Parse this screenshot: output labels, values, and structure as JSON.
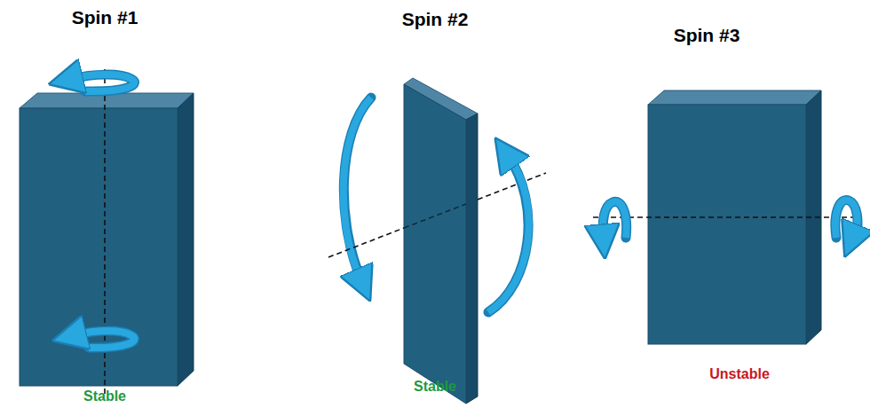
{
  "diagram": {
    "labels": [
      "Spin #1",
      "Stable",
      "Spin #2",
      "Stable",
      "Spin #3",
      "Unstable"
    ]
  }
}
